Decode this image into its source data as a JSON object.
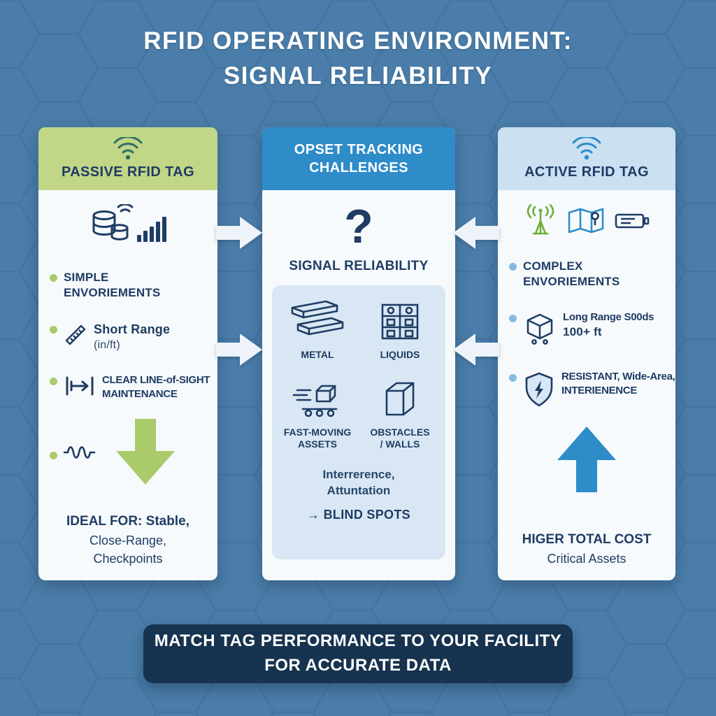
{
  "title": {
    "line1": "RFID OPERATING ENVIRONMENT:",
    "line2": "SIGNAL RELIABILITY"
  },
  "passive": {
    "header": "PASSIVE RFID TAG",
    "bullet1_line1": "SIMPLE",
    "bullet1_line2": "ENVORIEMENTS",
    "bullet2_line1": "Short Range",
    "bullet2_line2": "(in/ft)",
    "bullet3_line1": "CLEAR LINE-of-SIGHT",
    "bullet3_line2": "MAINTENANCE",
    "ideal_line1": "IDEAL FOR: Stable,",
    "ideal_line2": "Close-Range,",
    "ideal_line3": "Checkpoints"
  },
  "challenges": {
    "header_line1": "OPSET TRACKING",
    "header_line2": "CHALLENGES",
    "question": "?",
    "subtitle": "SIGNAL RELIABILITY",
    "cell1": "METAL",
    "cell2": "LIQUIDS",
    "cell3_line1": "FAST-MOVING",
    "cell3_line2": "ASSETS",
    "cell4_line1": "OBSTACLES",
    "cell4_line2": "/ WALLS",
    "note_line1": "Interrerence,",
    "note_line2": "Attuntation",
    "blind": "→ BLIND SPOTS"
  },
  "active": {
    "header": "ACTIVE RFID TAG",
    "bullet1_line1": "COMPLEX",
    "bullet1_line2": "ENVORIEMENTS",
    "bullet2_line1": "Long Range S00ds",
    "bullet2_line2": "100+ ft",
    "bullet3_line1": "RESISTANT, Wide-Area,",
    "bullet3_line2": "INTERIENENCE",
    "cost_line1": "HIGER TOTAL COST",
    "cost_line2": "Critical Assets"
  },
  "banner": {
    "line1": "MATCH TAG PERFORMANCE TO YOUR FACILITY",
    "line2": "FOR ACCURATE DATA"
  },
  "colors": {
    "background": "#4a7da9",
    "hex_line": "#3d6e98",
    "passive_header": "#c2d688",
    "challenge_header": "#2e8cc9",
    "active_header": "#cbe1f2",
    "navy_text": "#1e3c64",
    "green_accent": "#a9cb6a",
    "blue_accent": "#2e8cc9",
    "light_panel": "#d9e7f4",
    "banner_bg": "#17334f",
    "arrow_white": "#edf3f9"
  },
  "icons": [
    "wifi-icon",
    "coins-signal-icon",
    "ruler-icon",
    "line-of-sight-icon",
    "wave-icon",
    "down-arrow-icon",
    "question-mark",
    "metal-beams-icon",
    "liquids-rack-icon",
    "fast-moving-box-icon",
    "wall-obstacle-icon",
    "antenna-icon",
    "map-pin-icon",
    "battery-tag-icon",
    "cube-icon",
    "shield-icon",
    "up-arrow-icon",
    "flow-arrow-right",
    "flow-arrow-left"
  ]
}
